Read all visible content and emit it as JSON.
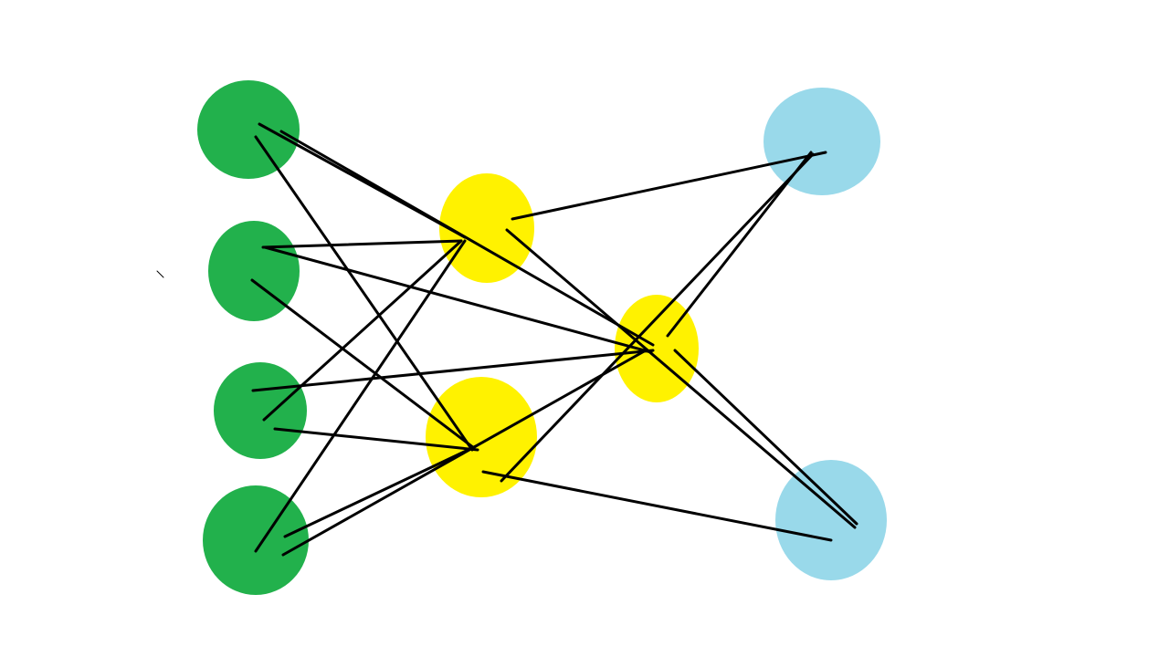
{
  "colors": {
    "background": "#ffffff",
    "input": "#22b14c",
    "hidden": "#fff200",
    "output": "#99d9ea",
    "edge": "#000000"
  },
  "nodes": [
    {
      "id": "i1",
      "group": "input"
    },
    {
      "id": "i2",
      "group": "input"
    },
    {
      "id": "i3",
      "group": "input"
    },
    {
      "id": "i4",
      "group": "input"
    },
    {
      "id": "h1",
      "group": "hidden"
    },
    {
      "id": "h2",
      "group": "hidden"
    },
    {
      "id": "h3",
      "group": "hidden"
    },
    {
      "id": "o1",
      "group": "output"
    },
    {
      "id": "o2",
      "group": "output"
    }
  ],
  "edges": [
    [
      "i1",
      "h1"
    ],
    [
      "i1",
      "h2"
    ],
    [
      "i1",
      "h3"
    ],
    [
      "i2",
      "h1"
    ],
    [
      "i2",
      "h2"
    ],
    [
      "i2",
      "h3"
    ],
    [
      "i3",
      "h1"
    ],
    [
      "i3",
      "h2"
    ],
    [
      "i3",
      "h3"
    ],
    [
      "i4",
      "h1"
    ],
    [
      "i4",
      "h2"
    ],
    [
      "i4",
      "h3"
    ],
    [
      "h1",
      "o1"
    ],
    [
      "h1",
      "o2"
    ],
    [
      "h2",
      "o1"
    ],
    [
      "h2",
      "o2"
    ],
    [
      "h3",
      "o1"
    ],
    [
      "h3",
      "o2"
    ]
  ]
}
